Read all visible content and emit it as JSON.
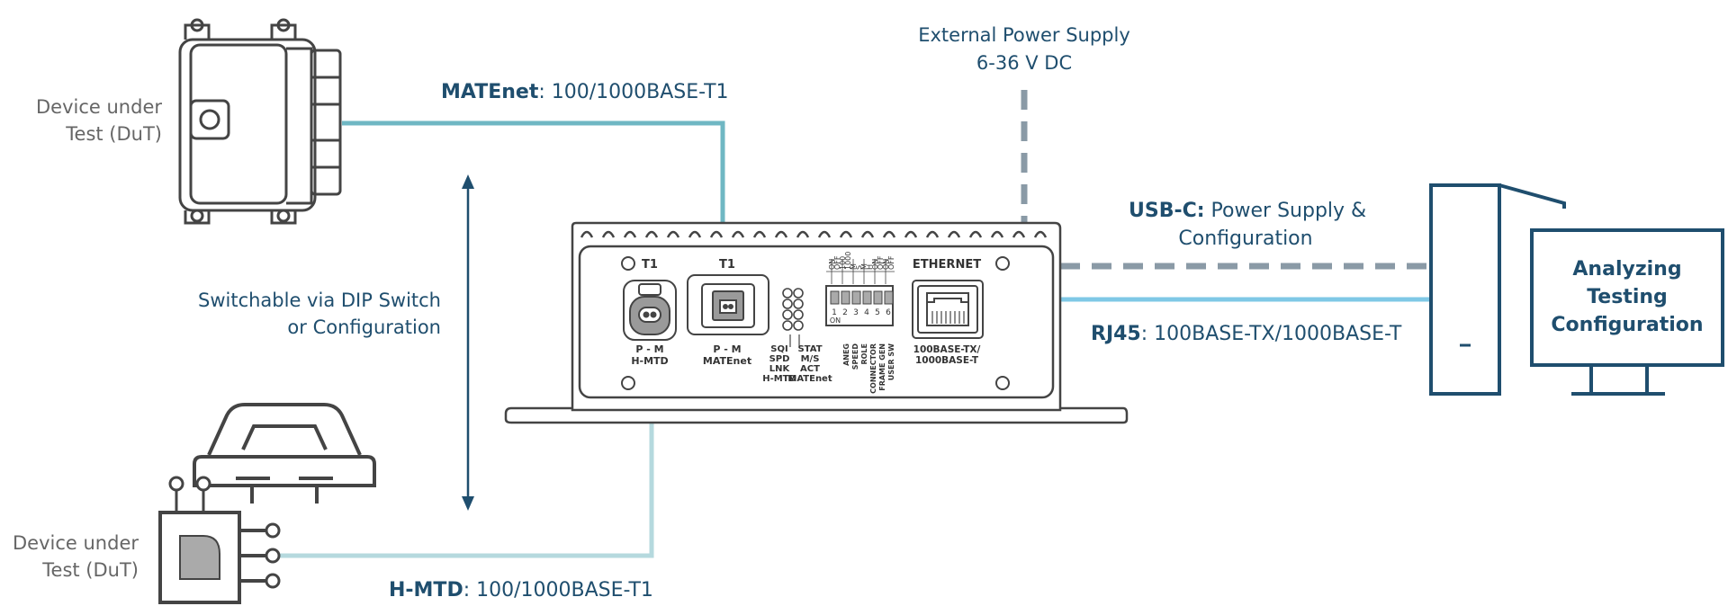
{
  "labels": {
    "dut_top": [
      "Device under",
      "Test (DuT)"
    ],
    "dut_bottom": [
      "Device under",
      "Test (DuT)"
    ],
    "switchable": [
      "Switchable via DIP Switch",
      "or Configuration"
    ],
    "ext_power": [
      "External Power Supply",
      "6-36 V DC"
    ],
    "matenet_bold": "MATEnet",
    "matenet_rest": ": 100/1000BASE-T1",
    "hmtd_bold": "H-MTD",
    "hmtd_rest": ": 100/1000BASE-T1",
    "usbc_bold": "USB-C:",
    "usbc_rest": " Power Supply &",
    "usbc_line2": "Configuration",
    "rj45_bold": "RJ45",
    "rj45_rest": ": 100BASE-TX/1000BASE-T",
    "pc": [
      "Analyzing",
      "Testing",
      "Configuration"
    ]
  },
  "device": {
    "t1_left": "T1",
    "t1_right": "T1",
    "ethernet": "ETHERNET",
    "pm_left": "P - M",
    "hmtd": "H-MTD",
    "pm_right": "P - M",
    "matenet": "MATEnet",
    "led_left": [
      "SQI",
      "SPD",
      "LNK",
      "H-MTD"
    ],
    "led_right": [
      "STAT",
      "M/S",
      "ACT",
      "MATEnet"
    ],
    "dip_top": [
      "ON",
      "100",
      "M",
      "M",
      "ON",
      "ON"
    ],
    "dip_top2": [
      "OFF",
      "1000",
      "S",
      "H",
      "OFF",
      "OFF"
    ],
    "dip_nums": [
      "1",
      "2",
      "3",
      "4",
      "5",
      "6"
    ],
    "dip_on": "ON",
    "dip_funcs": [
      "ANEG",
      "SPEED",
      "ROLE",
      "CONNECTOR",
      "FRAME GEN",
      "USER SW"
    ],
    "eth_label": [
      "100BASE-TX/",
      "1000BASE-T"
    ]
  },
  "colors": {
    "teal": "#6fb7c3",
    "teal_light": "#b5d9de",
    "dash_gray": "#8a9aa6",
    "rj45_blue": "#7fc8e6",
    "navy": "#1f4e6e",
    "device_stroke": "#444444"
  }
}
